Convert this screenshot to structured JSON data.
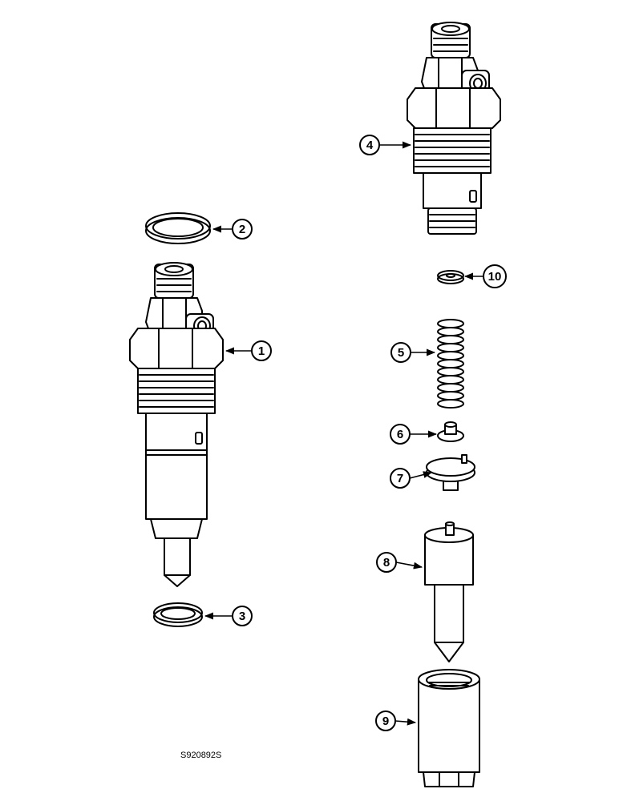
{
  "figure_id": "S920892S",
  "callouts": [
    {
      "id": "1",
      "part": "injector-assembly"
    },
    {
      "id": "2",
      "part": "upper-seal-ring"
    },
    {
      "id": "3",
      "part": "lower-seal-washer"
    },
    {
      "id": "4",
      "part": "injector-holder-body"
    },
    {
      "id": "5",
      "part": "spring"
    },
    {
      "id": "6",
      "part": "spring-seat"
    },
    {
      "id": "7",
      "part": "spacer-plate"
    },
    {
      "id": "8",
      "part": "nozzle"
    },
    {
      "id": "9",
      "part": "nozzle-nut"
    },
    {
      "id": "10",
      "part": "shim"
    }
  ]
}
